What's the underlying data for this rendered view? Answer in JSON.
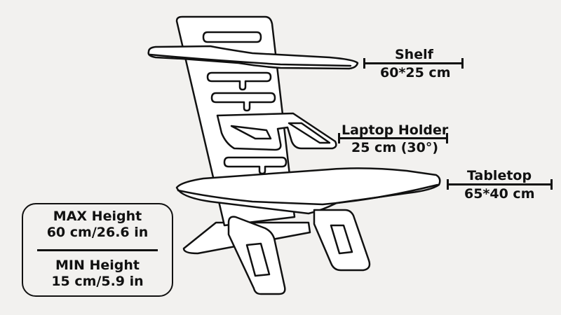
{
  "labels": {
    "shelf": {
      "title": "Shelf",
      "dim": "60*25 cm"
    },
    "laptop": {
      "title": "Laptop Holder",
      "dim": "25 cm (30°)"
    },
    "tabletop": {
      "title": "Tabletop",
      "dim": "65*40 cm"
    }
  },
  "height_box": {
    "max_title": "MAX Height",
    "max_value": "60 cm/26.6 in",
    "min_title": "MIN Height",
    "min_value": "15 cm/5.9 in"
  },
  "colors": {
    "line": "#111111",
    "background": "#f2f1ef"
  }
}
